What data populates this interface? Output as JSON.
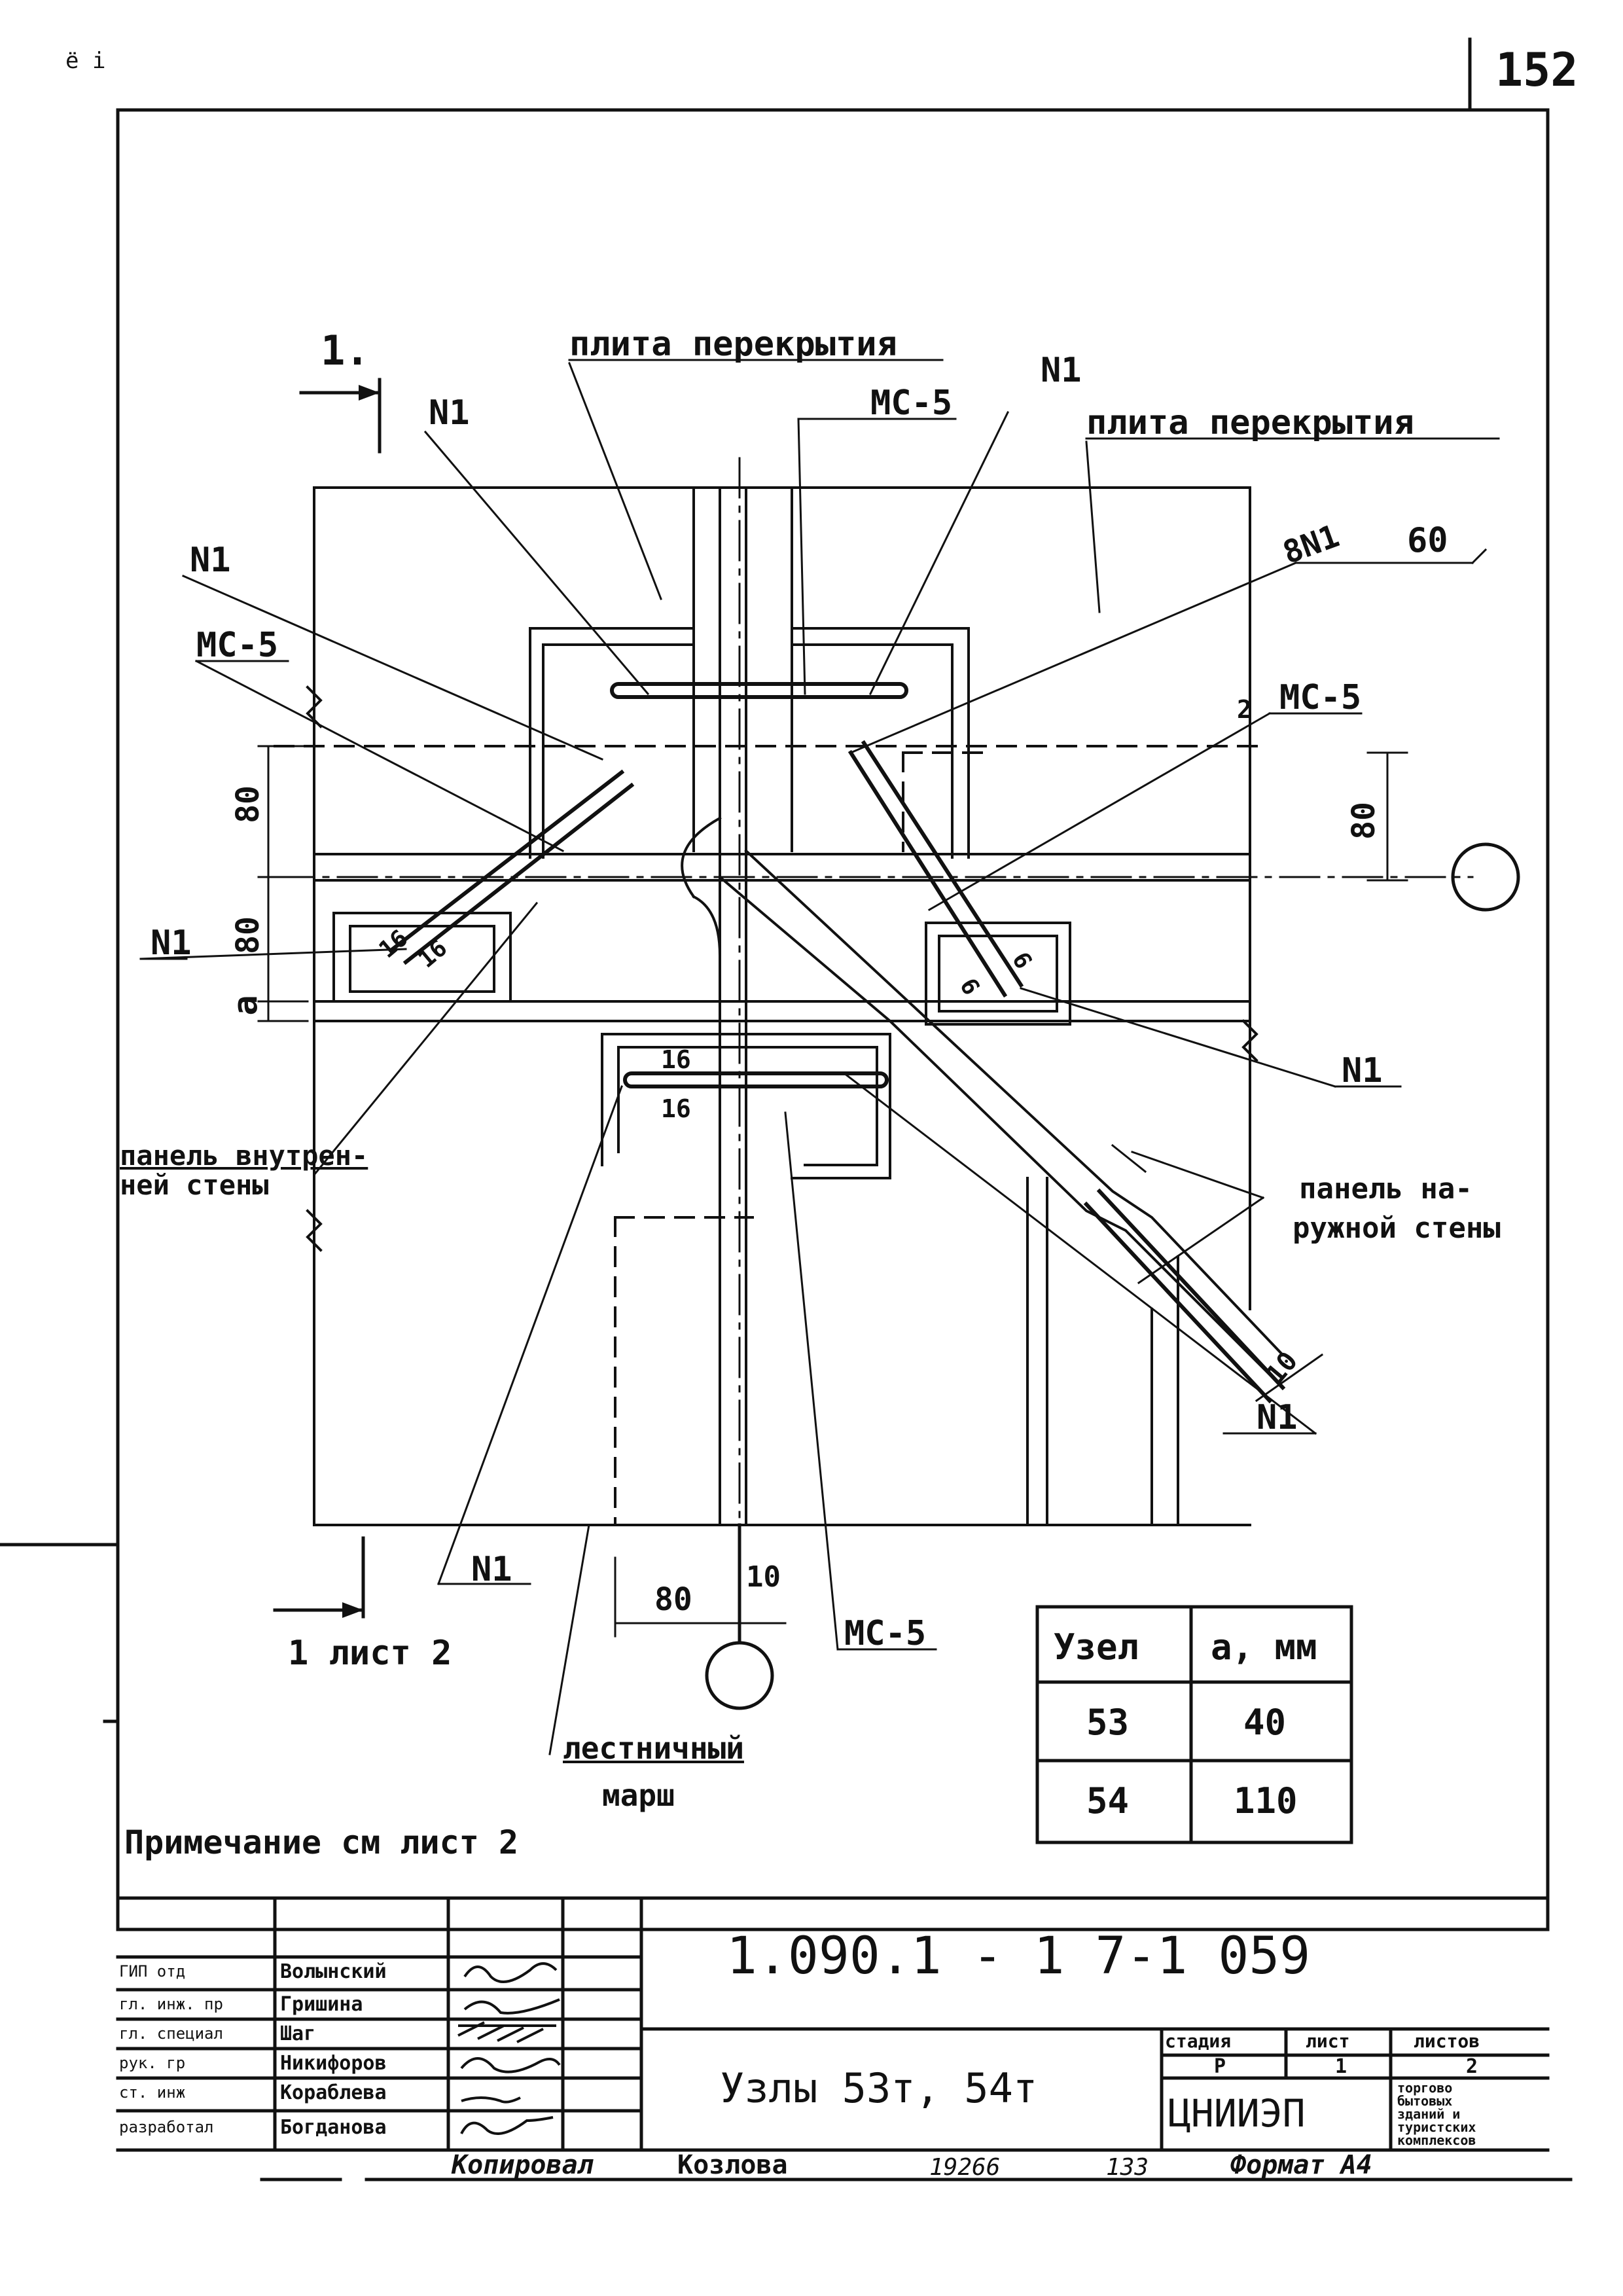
{
  "sheet": {
    "page_number": "152",
    "corner_marks": "ё  і"
  },
  "drawing": {
    "section_mark_top": "1.",
    "section_mark_bottom": "1 лист 2",
    "callouts": {
      "slab_top_left": "плита   перекрытия",
      "slab_top_right": "плита    перекрытия",
      "n1_a": "N1",
      "n1_b": "N1",
      "n1_c": "N1",
      "n1_d": "N1",
      "n1_e": "N1",
      "n1_f": "N1",
      "n1_g": "N1",
      "mc5_top": "МС-5",
      "mc5_left": "МС-5",
      "mc5_right": "МС-5",
      "mc5_bottom": "МС-5",
      "bn1": "8N1",
      "dim_60": "60",
      "dim_80_left_top": "80",
      "dim_80_left_bottom": "80",
      "dim_a": "a",
      "dim_80_right": "80",
      "dim_80_bottom": "80",
      "dim_10_bottom": "10",
      "dim_10_diag": "10",
      "weld_16_a": "16",
      "weld_16_b": "16",
      "weld_6_a": "6",
      "weld_6_b": "6",
      "weld_16_c": "16",
      "weld_16_d": "16",
      "num_2": "2",
      "inner_wall_1": "панель внутрен-",
      "inner_wall_2": "ней стены",
      "outer_wall_1": "панель на-",
      "outer_wall_2": "ружной стены",
      "stair_1": "лестничный",
      "stair_2": "марш"
    },
    "note": "Примечание  см  лист 2"
  },
  "node_table": {
    "headers": [
      "Узел",
      "a, мм"
    ],
    "rows": [
      [
        "53",
        "40"
      ],
      [
        "54",
        "110"
      ]
    ]
  },
  "title_block": {
    "doc_code": "1.090.1 - 1 7-1   059",
    "title": "Узлы    53т, 54т",
    "stage_header": "стадия",
    "sheet_header": "лист",
    "sheets_header": "листов",
    "stage_value": "Р",
    "sheet_value": "1",
    "sheets_value": "2",
    "org_logo": "ЦНИИЭП",
    "org_desc": [
      "торгово",
      "бытовых",
      "зданий и",
      "туристских",
      "комплексов"
    ],
    "roles": [
      "ГИП отд",
      "гл. инж. пр",
      "гл. специал",
      "рук. гр",
      "ст. инж",
      "разработал"
    ],
    "names": [
      "Волынский",
      "Гришина",
      "Шаг",
      "Никифоров",
      "Кораблева",
      "Богданова"
    ]
  },
  "footer": {
    "copied_label": "Копировал",
    "copied_name": "Козлова",
    "order_no": "19266",
    "sheet_no": "133",
    "format": "Формат A4"
  }
}
